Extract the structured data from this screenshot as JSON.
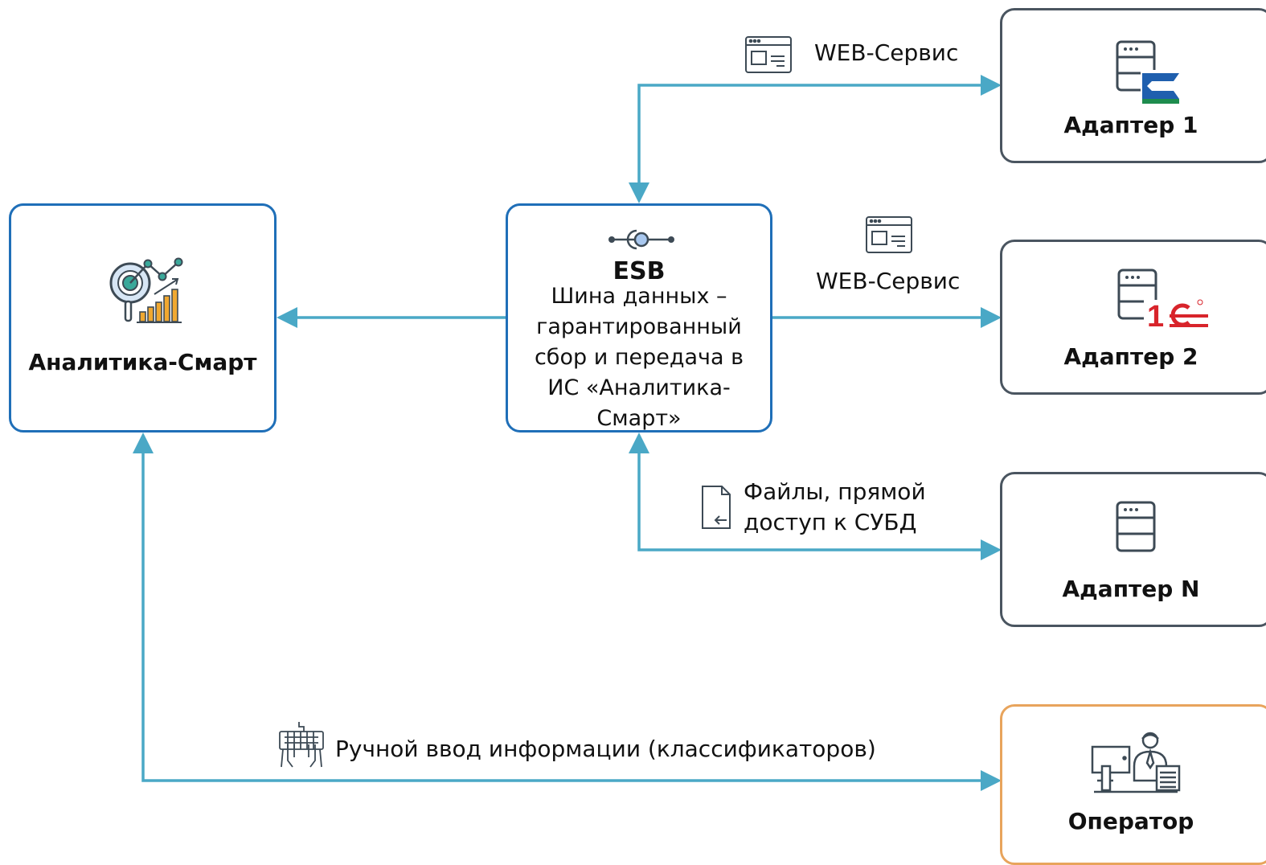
{
  "nodes": {
    "analytics": {
      "title": "Аналитика-Смарт",
      "icon": "analytics-magnifier-chart-icon"
    },
    "esb": {
      "title": "ESB",
      "description": "Шина данных – гарантированный сбор и передача в ИС «Аналитика-Смарт»",
      "icon": "bus-connector-icon"
    },
    "adapter1": {
      "title": "Адаптер 1",
      "icon": "server-kontur-icon"
    },
    "adapter2": {
      "title": "Адаптер 2",
      "icon": "server-1c-icon",
      "logo_text": "1С"
    },
    "adapterN": {
      "title": "Адаптер N",
      "icon": "server-icon"
    },
    "operator": {
      "title": "Оператор",
      "icon": "operator-workstation-icon"
    }
  },
  "edges": {
    "web_service_1": {
      "label": "WEB-Сервис",
      "icon": "browser-window-icon"
    },
    "web_service_2": {
      "label": "WEB-Сервис",
      "icon": "browser-window-icon"
    },
    "files_db": {
      "label": "Файлы, прямой доступ к СУБД",
      "icon": "file-import-icon"
    },
    "manual_input": {
      "label": "Ручной ввод информации (классификаторов)",
      "icon": "keyboard-hands-icon"
    }
  },
  "colors": {
    "arrow": "#4aa8c6",
    "box_blue": "#1f6fb8",
    "box_gray": "#4a5560",
    "box_orange": "#e8a45c",
    "icon_stroke": "#3d4a55",
    "kontur_blue": "#1f5fae",
    "kontur_green": "#1e8c4e",
    "onec_red": "#d8242b",
    "chart_orange": "#f0a830",
    "chart_teal": "#3aa89a"
  }
}
